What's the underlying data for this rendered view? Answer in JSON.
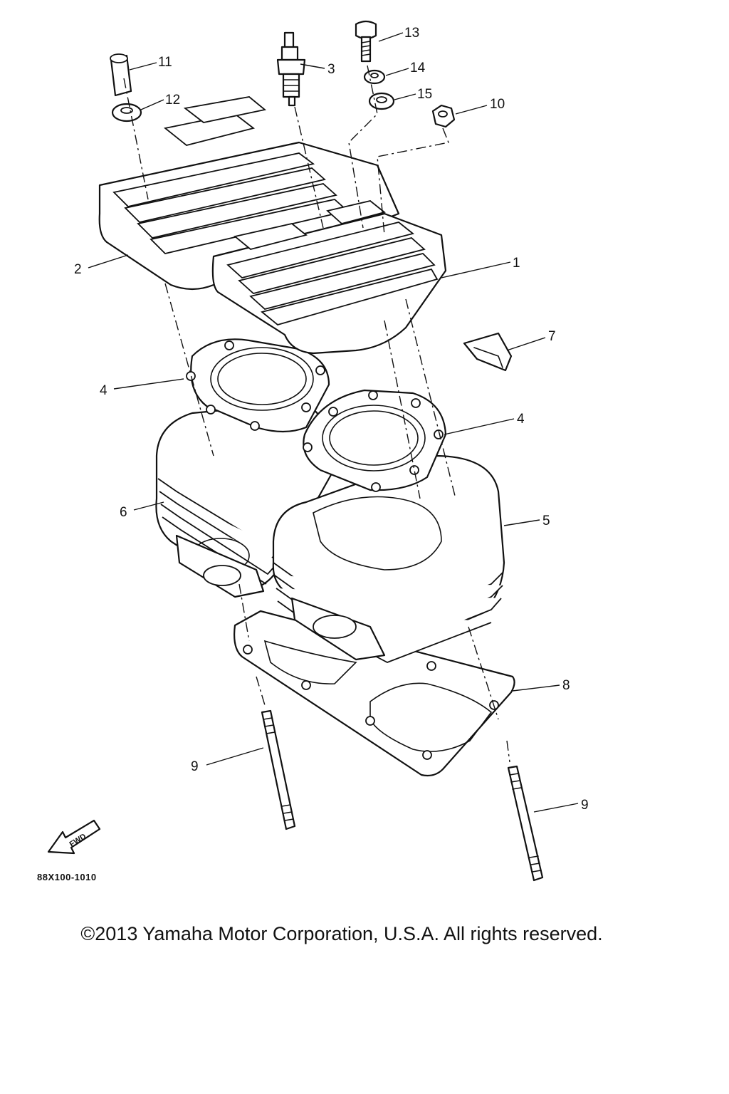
{
  "diagram": {
    "callouts": [
      {
        "id": "callout-1",
        "label": "1"
      },
      {
        "id": "callout-2",
        "label": "2"
      },
      {
        "id": "callout-3",
        "label": "3"
      },
      {
        "id": "callout-4a",
        "label": "4"
      },
      {
        "id": "callout-4b",
        "label": "4"
      },
      {
        "id": "callout-5",
        "label": "5"
      },
      {
        "id": "callout-6",
        "label": "6"
      },
      {
        "id": "callout-7",
        "label": "7"
      },
      {
        "id": "callout-8",
        "label": "8"
      },
      {
        "id": "callout-9a",
        "label": "9"
      },
      {
        "id": "callout-9b",
        "label": "9"
      },
      {
        "id": "callout-10",
        "label": "10"
      },
      {
        "id": "callout-11",
        "label": "11"
      },
      {
        "id": "callout-12",
        "label": "12"
      },
      {
        "id": "callout-13",
        "label": "13"
      },
      {
        "id": "callout-14",
        "label": "14"
      },
      {
        "id": "callout-15",
        "label": "15"
      }
    ],
    "fwd_label": "FWD",
    "diagram_code": "88X100-1010"
  },
  "footer": {
    "copyright": "©2013 Yamaha Motor Corporation, U.S.A. All rights reserved."
  }
}
